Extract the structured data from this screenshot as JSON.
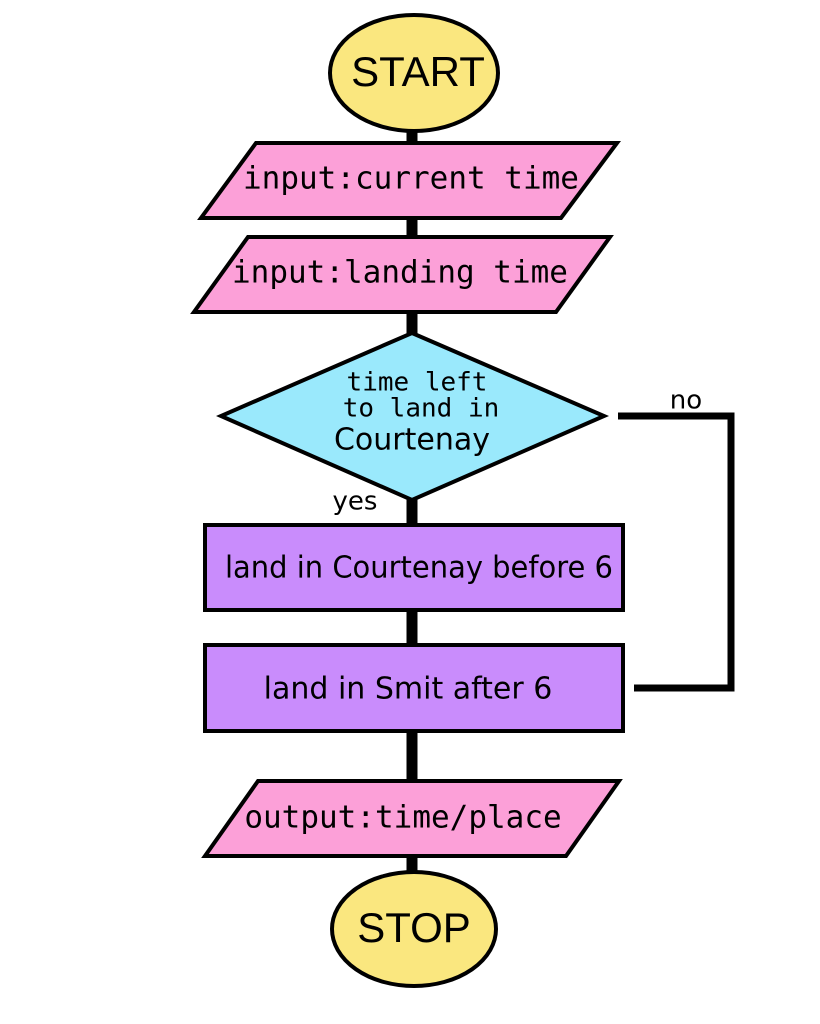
{
  "colors": {
    "terminal_fill": "#fae77f",
    "io_fill": "#fca0d8",
    "decision_fill": "#9ae9fc",
    "process_fill": "#c98cfc",
    "line": "#000000"
  },
  "flowchart": {
    "start": {
      "label": "START"
    },
    "input_current_time": {
      "label": "input:current time"
    },
    "input_landing_time": {
      "label": "input:landing time"
    },
    "decision": {
      "line1": "time left",
      "line2": "to land in",
      "line3": "Courtenay",
      "yes_label": "yes",
      "no_label": "no"
    },
    "process_courtenay": {
      "label": "land in Courtenay before 6"
    },
    "process_smit": {
      "label": "land in Smit after 6"
    },
    "output_time_place": {
      "label": "output:time/place"
    },
    "stop": {
      "label": "STOP"
    }
  }
}
